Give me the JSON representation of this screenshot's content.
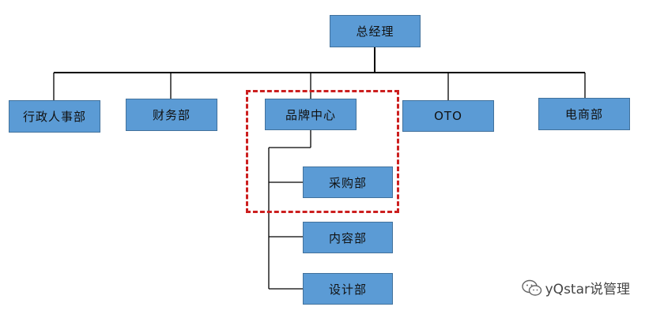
{
  "org_chart": {
    "root": "总经理",
    "departments": [
      "行政人事部",
      "财务部",
      "品牌中心",
      "OTO",
      "电商部"
    ],
    "brand_center_subunits": [
      "采购部",
      "内容部",
      "设计部"
    ]
  },
  "colors": {
    "node_fill": "#5b9bd5",
    "node_border": "#41719c",
    "highlight": "#cc1f1f"
  },
  "watermark": "yQstar说管理"
}
